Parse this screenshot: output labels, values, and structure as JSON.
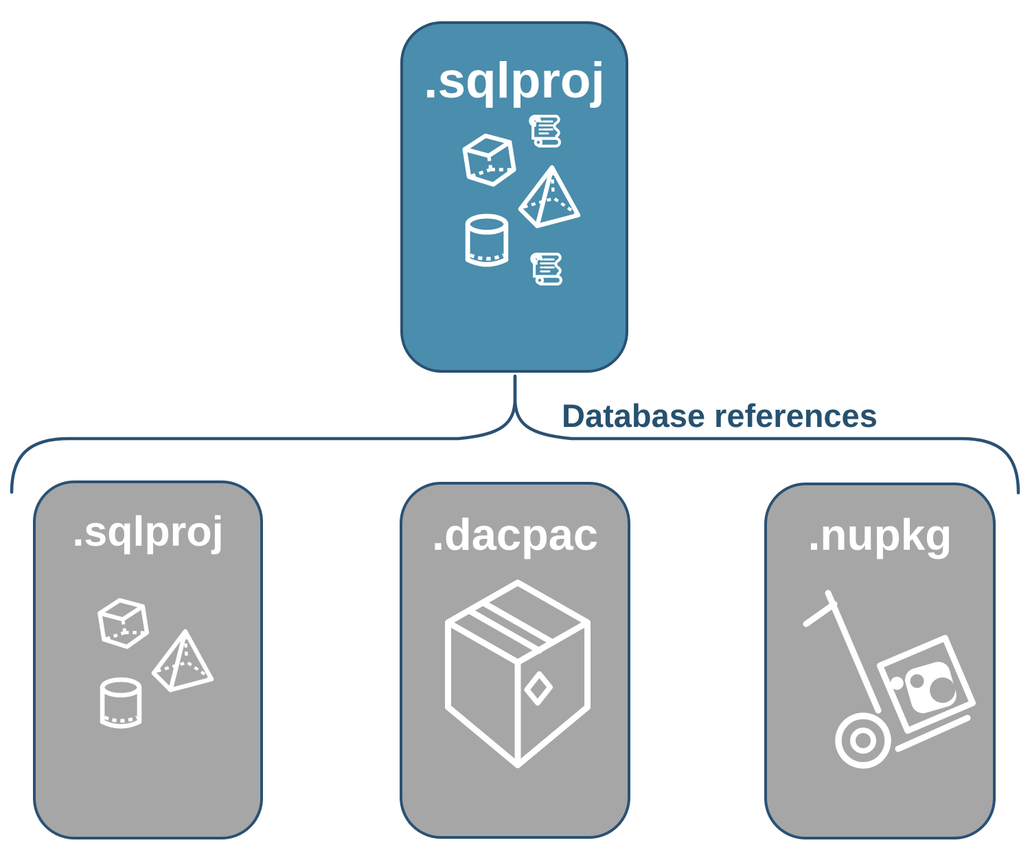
{
  "colors": {
    "teal": "#4A8DAC",
    "navy": "#2A5173",
    "gray": "#A6A6A6",
    "white": "#FFFFFF",
    "label_navy": "#27516F"
  },
  "diagram": {
    "root": {
      "label": ".sqlproj",
      "icons": [
        "cube-icon",
        "script-scroll-icon",
        "pyramid-icon",
        "database-cylinder-icon",
        "script-scroll-icon"
      ]
    },
    "connector": {
      "label": "Database references"
    },
    "children": [
      {
        "label": ".sqlproj",
        "icons": [
          "cube-icon",
          "pyramid-icon",
          "database-cylinder-icon"
        ]
      },
      {
        "label": ".dacpac",
        "icons": [
          "package-box-icon"
        ]
      },
      {
        "label": ".nupkg",
        "icons": [
          "hand-truck-package-icon"
        ]
      }
    ]
  }
}
